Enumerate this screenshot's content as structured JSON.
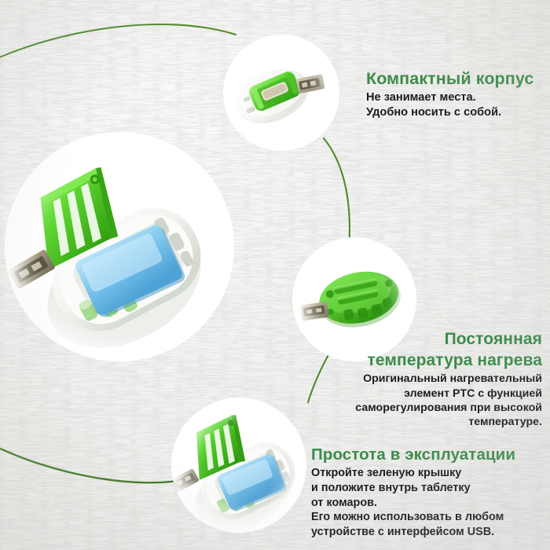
{
  "page": {
    "title": "USB фумигатор от комаров — инфографика",
    "background_color": "#f2f2f0",
    "heading_color": "#3d8b4b",
    "body_color": "#1b1b1b",
    "line_color": "#4f8a2e"
  },
  "blocks": [
    {
      "id": "compact-case",
      "heading": "Компактный корпус",
      "lines": [
        "Не занимает места.",
        "Удобно носить с собой."
      ],
      "align": "left"
    },
    {
      "id": "constant-temperature",
      "heading_lines": [
        "Постоянная",
        "температура нагрева"
      ],
      "lines": [
        "Оригинальный нагревательный",
        "элемент PTC с функцией",
        "саморегулирования при высокой",
        "температуре."
      ],
      "align": "right"
    },
    {
      "id": "easy-to-use",
      "heading": "Простота в эксплуатации",
      "lines": [
        "Откройте зеленую крышку",
        "и положите внутрь таблетку",
        "от комаров.",
        "Его можно использовать в любом",
        "устройстве с интерфейсом USB."
      ],
      "align": "left"
    }
  ],
  "photos": [
    {
      "id": "photo-top",
      "caption": "USB-фумигатор вид сверху, зелёная крышка закрыта",
      "device_colors": {
        "body": "#f4f5f3",
        "cap": "#6ddc3f",
        "usb": "#b9ad8f"
      }
    },
    {
      "id": "photo-main",
      "caption": "USB-фумигатор с открытой крышкой и голубой таблеткой",
      "device_colors": {
        "body": "#f6f7f5",
        "cap": "#5ed732",
        "tablet": "#82c8ef",
        "usb": "#9c9378"
      }
    },
    {
      "id": "photo-green",
      "caption": "Зелёный корпус фумигатора с USB-разъёмом",
      "device_colors": {
        "body": "#5ccb35",
        "usb": "#b9ad8f"
      }
    },
    {
      "id": "photo-bottom",
      "caption": "Открытый фумигатор с установленной таблеткой",
      "device_colors": {
        "body": "#f6f7f5",
        "cap": "#55d02b",
        "tablet": "#7fc6ee",
        "usb": "#9c9378"
      }
    }
  ]
}
